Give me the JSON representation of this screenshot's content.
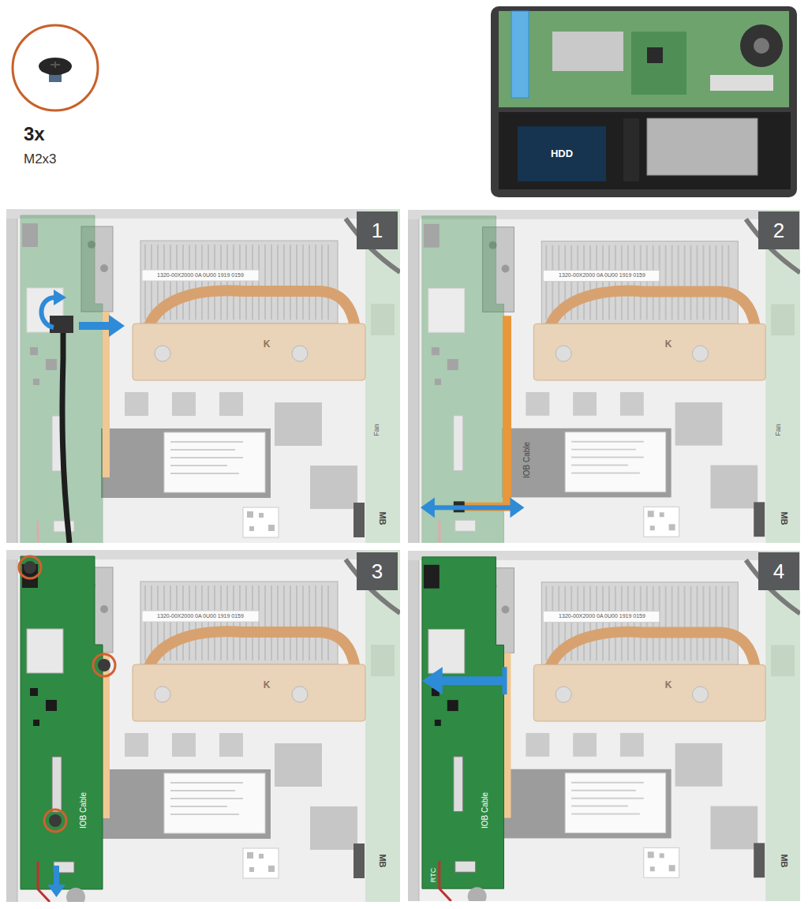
{
  "diagram": {
    "nodes": [
      {
        "text": [
          "1"
        ]
      },
      {
        "text": [
          "2"
        ]
      },
      {
        "text": [
          "3"
        ]
      },
      {
        "text": [
          "4"
        ]
      }
    ],
    "labels": [
      "3x",
      "M2x3",
      "HDD",
      "1320-00X2000 0A 0U00 1919 0159",
      "K",
      "Fan",
      "MB",
      "1320-00X2000 0A 0U00 1919 0159",
      "K",
      "Fan",
      "IOB Cable",
      "MB",
      "1320-00X2000 0A 0U00 1919 0159",
      "K",
      "IOB Cable",
      "MB",
      "1320-00X2000 0A 0U00 1919 0159",
      "K",
      "IOB Cable",
      "RTC",
      "MB"
    ]
  }
}
